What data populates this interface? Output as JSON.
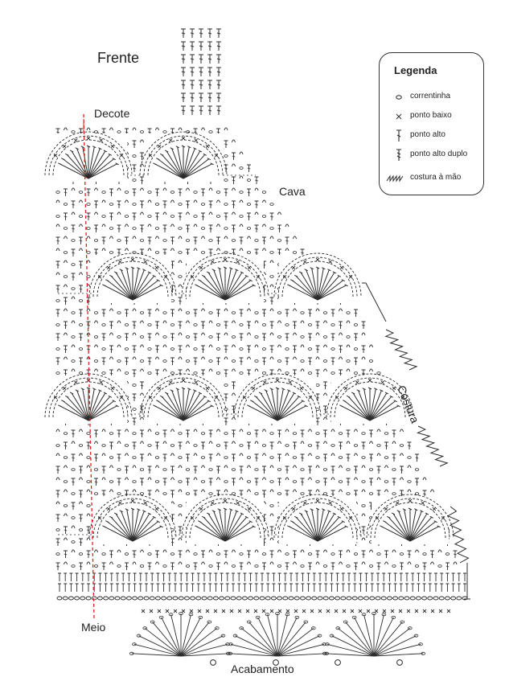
{
  "diagram": {
    "title": "Frente",
    "labels": {
      "neckline": "Decote",
      "armhole": "Cava",
      "seam": "Costura",
      "center": "Meio",
      "finishing": "Acabamento"
    }
  },
  "legend": {
    "title": "Legenda",
    "items": [
      {
        "icon": "chain-stitch-icon",
        "label": "correntinha"
      },
      {
        "icon": "single-crochet-icon",
        "label": "ponto baixo"
      },
      {
        "icon": "double-crochet-icon",
        "label": "ponto alto"
      },
      {
        "icon": "treble-crochet-icon",
        "label": "ponto alto duplo"
      },
      {
        "icon": "hand-seam-icon",
        "label": "costura à mão"
      }
    ]
  },
  "colors": {
    "stitch": "#2b2b2b",
    "center_line": "#e02020",
    "border": "#333333"
  }
}
